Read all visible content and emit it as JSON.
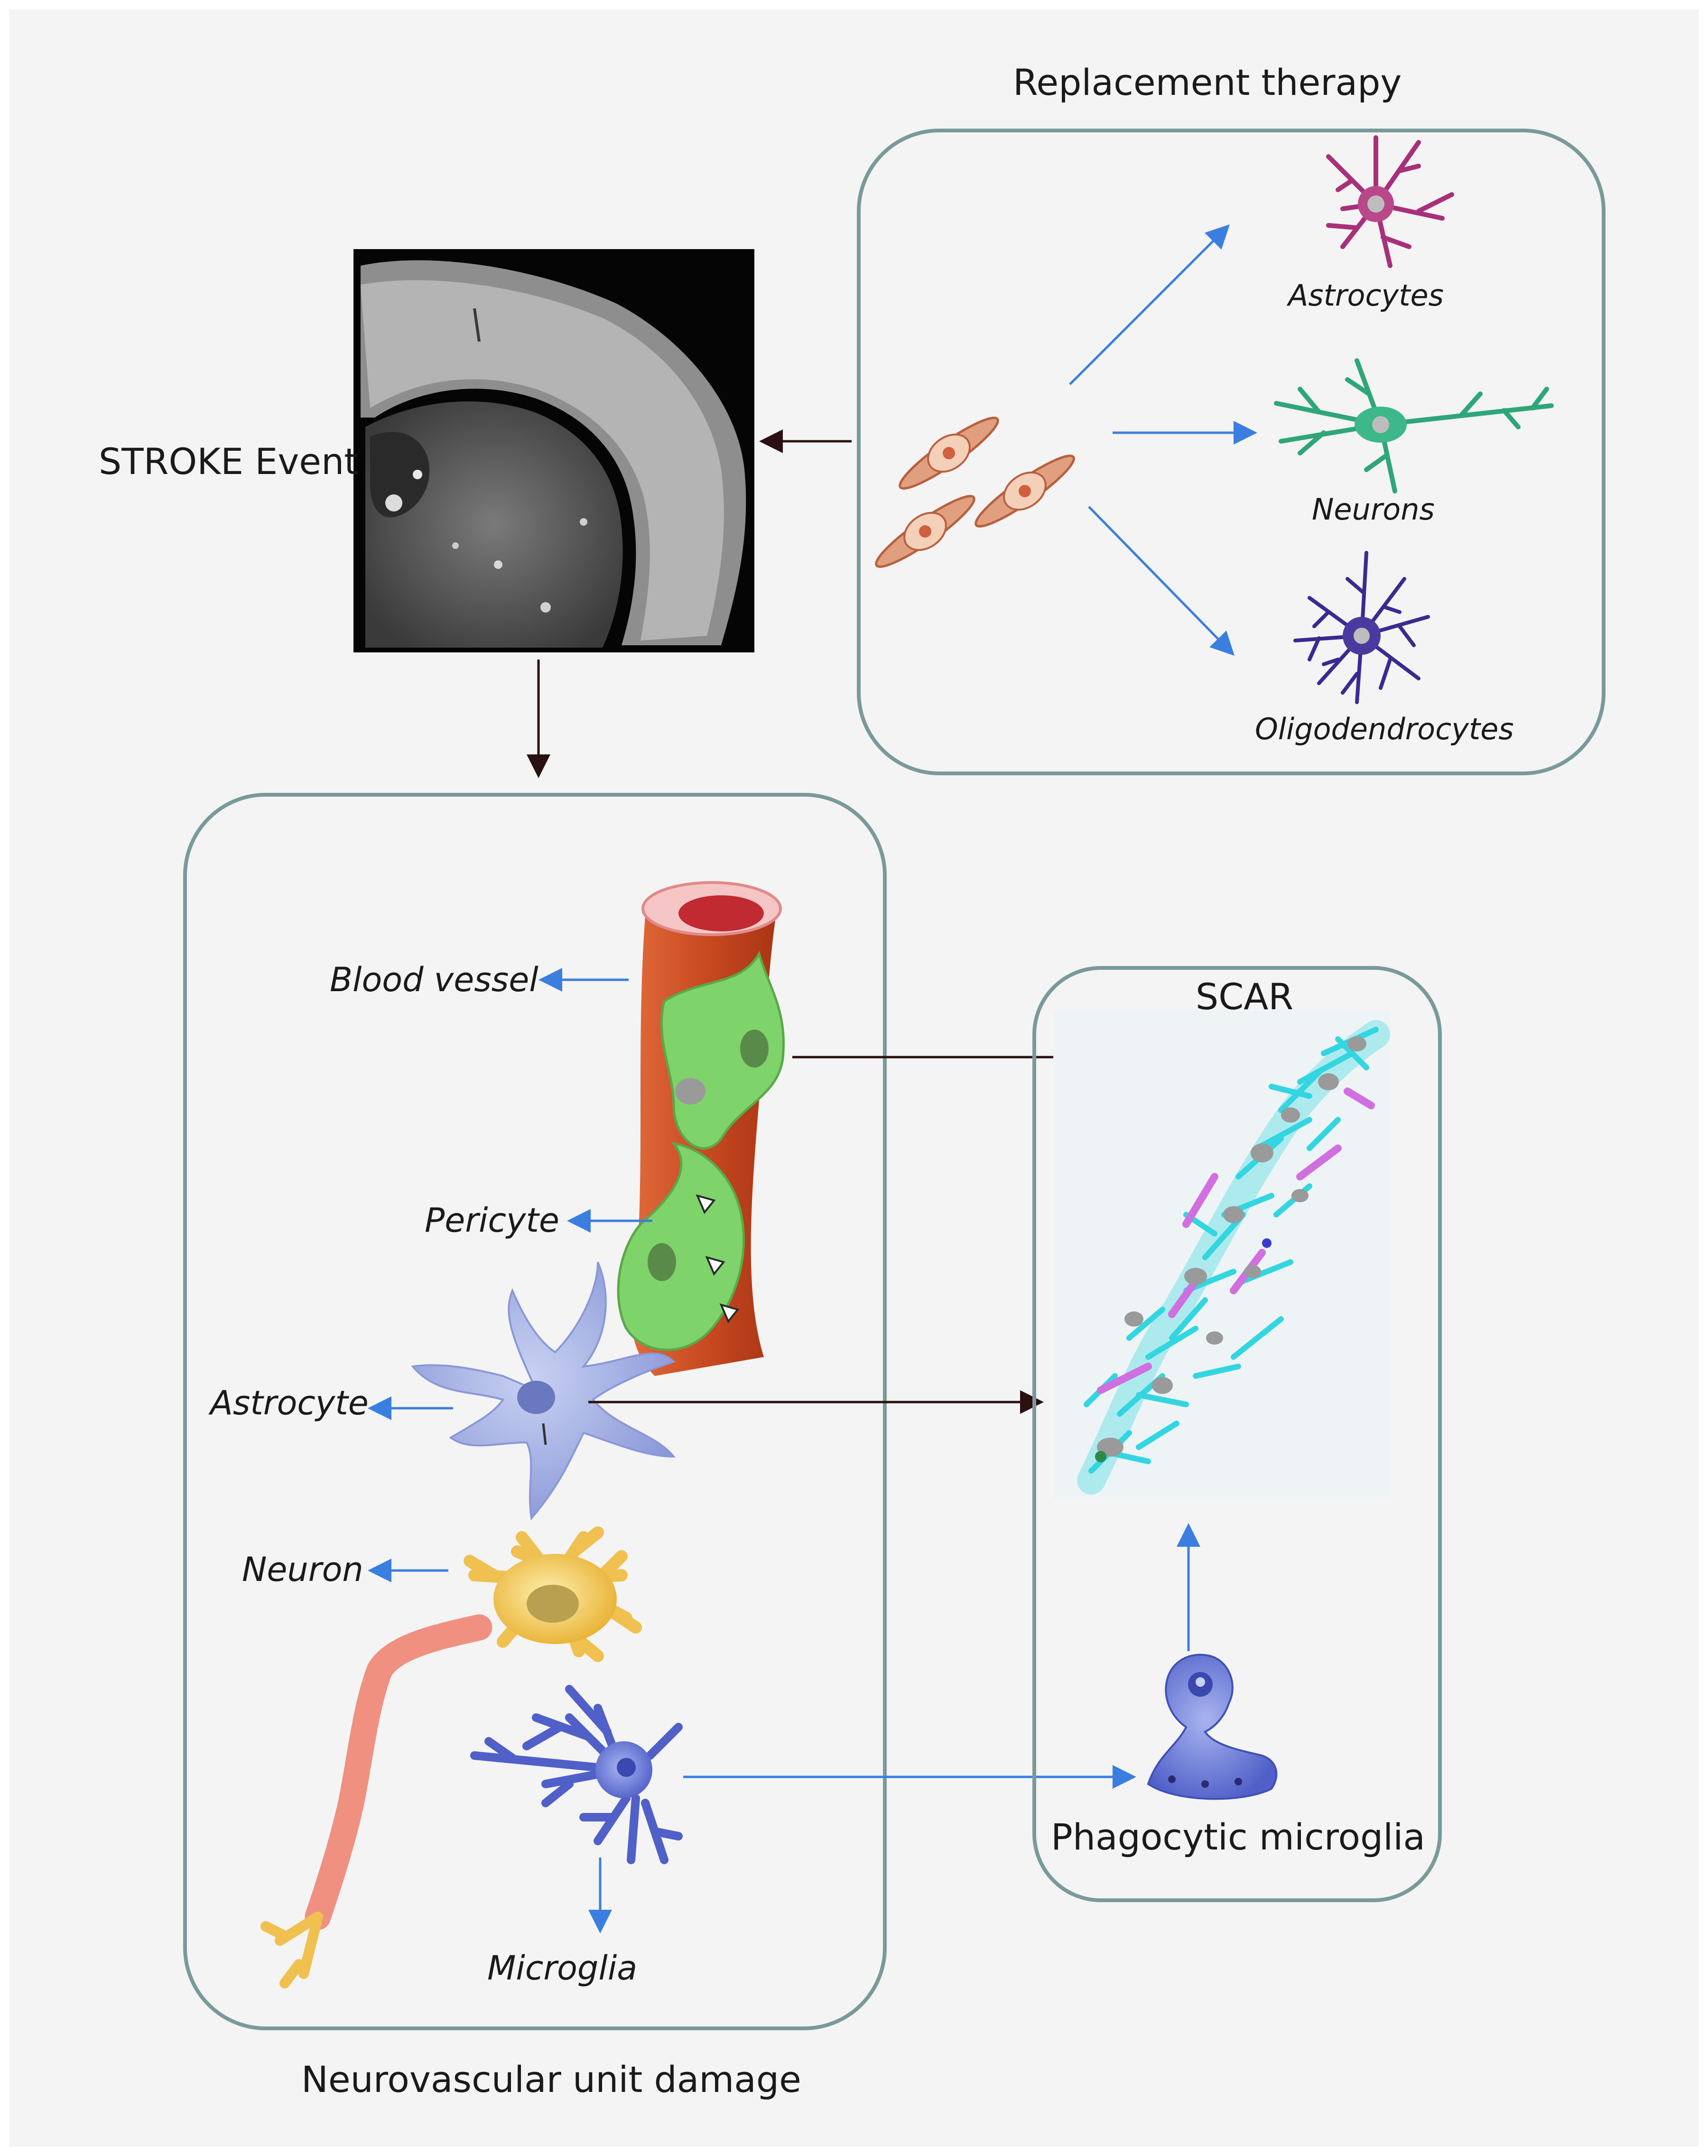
{
  "stroke_event": {
    "label": "STROKE Event"
  },
  "replacement_therapy": {
    "title": "Replacement therapy",
    "outcomes": [
      "Astrocytes",
      "Neurons",
      "Oligodendrocytes"
    ]
  },
  "neurovascular_unit": {
    "title": "Neurovascular unit damage",
    "components": [
      "Blood vessel",
      "Pericyte",
      "Astrocyte",
      "Neuron",
      "Microglia"
    ]
  },
  "scar": {
    "title": "SCAR",
    "phagocytic_label": "Phagocytic microglia"
  },
  "colors": {
    "box_border": "#7a9a9a",
    "blue_arrow": "#3a7ee0",
    "dark_arrow": "#2a1010",
    "astrocyte_magenta": "#a8307a",
    "neuron_green": "#2fa67a",
    "oligodendrocyte_purple": "#3a2a90",
    "scar_cyan": "#33d6e0",
    "scar_magenta": "#d070e0"
  }
}
